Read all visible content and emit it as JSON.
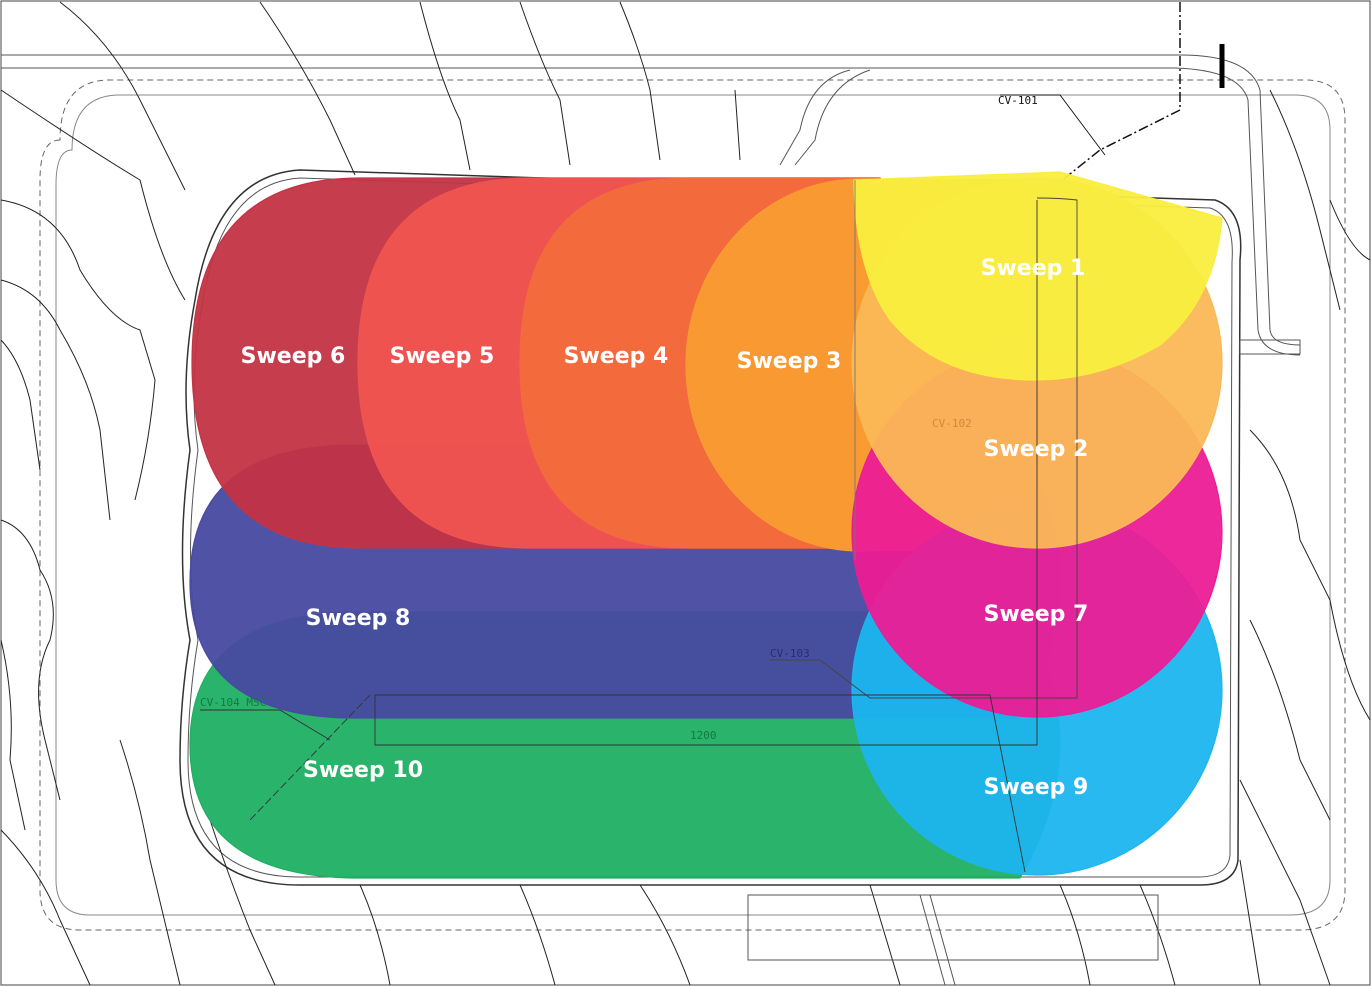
{
  "colors": {
    "background": "#ffffff",
    "linework": "#222222",
    "sweep_1": "#f9ee3e",
    "sweep_2": "#fab856",
    "sweep_3": "#f89c32",
    "sweep_4": "#f26c3c",
    "sweep_5": "#f05450",
    "sweep_6": "#c33344",
    "sweep_7": "#ec1c95",
    "sweep_8": "#474aa0",
    "sweep_9": "#1cb5ef",
    "sweep_10": "#1daf63"
  },
  "sweeps": {
    "s1": "Sweep 1",
    "s2": "Sweep 2",
    "s3": "Sweep 3",
    "s4": "Sweep 4",
    "s5": "Sweep 5",
    "s6": "Sweep 6",
    "s7": "Sweep 7",
    "s8": "Sweep 8",
    "s9": "Sweep 9",
    "s10": "Sweep 10"
  },
  "cad_labels": {
    "cv101": "CV-101",
    "cv102": "CV-102",
    "cv103": "CV-103",
    "cv104": "CV-104  MSC",
    "dimension": "1200"
  }
}
